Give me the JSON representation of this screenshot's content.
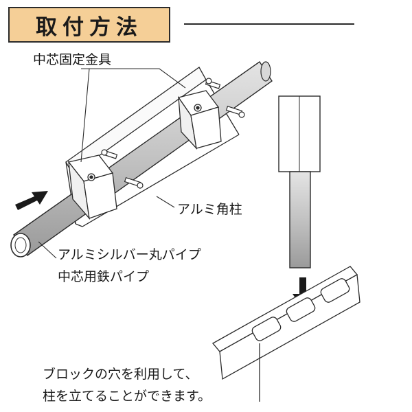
{
  "header": {
    "title": "取付方法"
  },
  "labels": {
    "bracket": "中芯固定金具",
    "square_post": "アルミ角柱",
    "round_pipe": "アルミシルバー丸パイプ",
    "core_pipe": "中芯用鉄パイプ",
    "note_line1": "ブロックの穴を利用して、",
    "note_line2": "柱を立てることができます。"
  },
  "colors": {
    "title_bg": "#f5cf97",
    "line": "#2a2a2a",
    "pipe": "#c2c2c2"
  }
}
